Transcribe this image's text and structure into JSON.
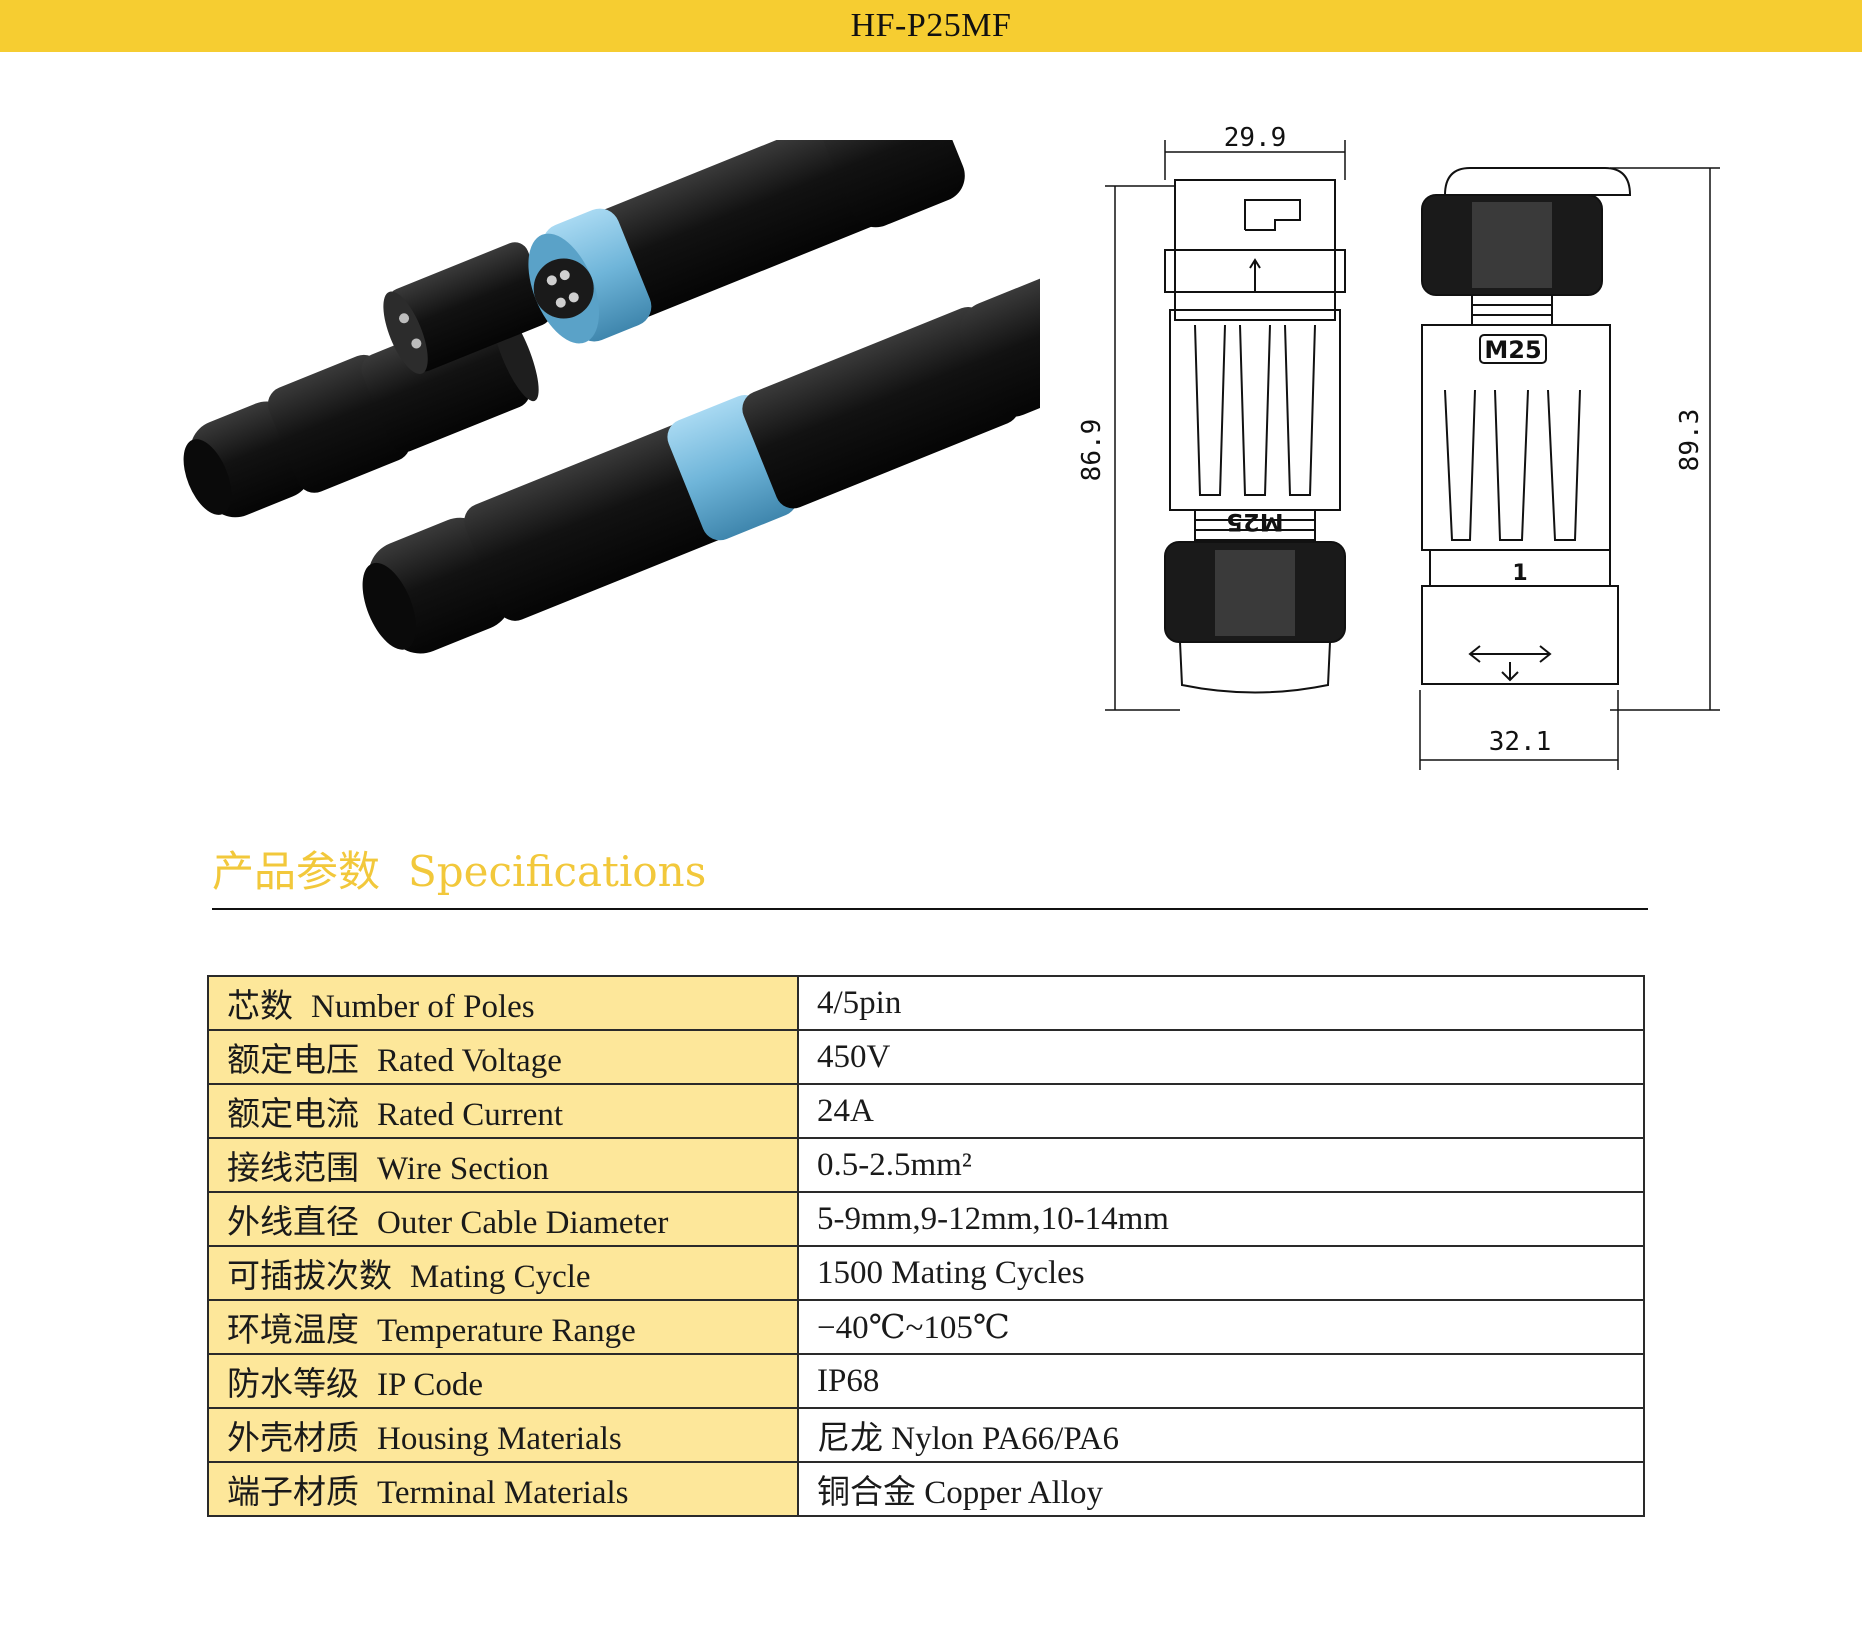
{
  "header": {
    "title": "HF-P25MF"
  },
  "drawing": {
    "dims": {
      "top_width": "29.9",
      "left_height": "86.9",
      "right_height": "89.3",
      "bottom_width": "32.1"
    },
    "markings": {
      "thread_top": "M25",
      "thread_bottom": "M25",
      "pin_mark": "1"
    }
  },
  "specs": {
    "title_cn": "产品参数",
    "title_en": "Specifications",
    "rows": [
      {
        "label_cn": "芯数",
        "label_en": "Number of Poles",
        "value": "4/5pin"
      },
      {
        "label_cn": "额定电压",
        "label_en": "Rated Voltage",
        "value": "450V"
      },
      {
        "label_cn": "额定电流",
        "label_en": "Rated Current",
        "value": "24A"
      },
      {
        "label_cn": "接线范围",
        "label_en": "Wire Section",
        "value": "0.5-2.5mm²"
      },
      {
        "label_cn": "外线直径",
        "label_en": "Outer Cable Diameter",
        "value": "5-9mm,9-12mm,10-14mm"
      },
      {
        "label_cn": "可插拔次数",
        "label_en": "Mating Cycle",
        "value": "1500 Mating Cycles"
      },
      {
        "label_cn": "环境温度",
        "label_en": "Temperature Range",
        "value": "−40℃~105℃"
      },
      {
        "label_cn": "防水等级",
        "label_en": "IP Code",
        "value": "IP68"
      },
      {
        "label_cn": "外壳材质",
        "label_en": "Housing Materials",
        "value": "尼龙  Nylon PA66/PA6"
      },
      {
        "label_cn": "端子材质",
        "label_en": "Terminal Materials",
        "value": "铜合金  Copper Alloy"
      }
    ]
  },
  "colors": {
    "accent": "#f6cd31",
    "label_bg": "#fde79a",
    "ring_blue": "#7fbfe0"
  }
}
